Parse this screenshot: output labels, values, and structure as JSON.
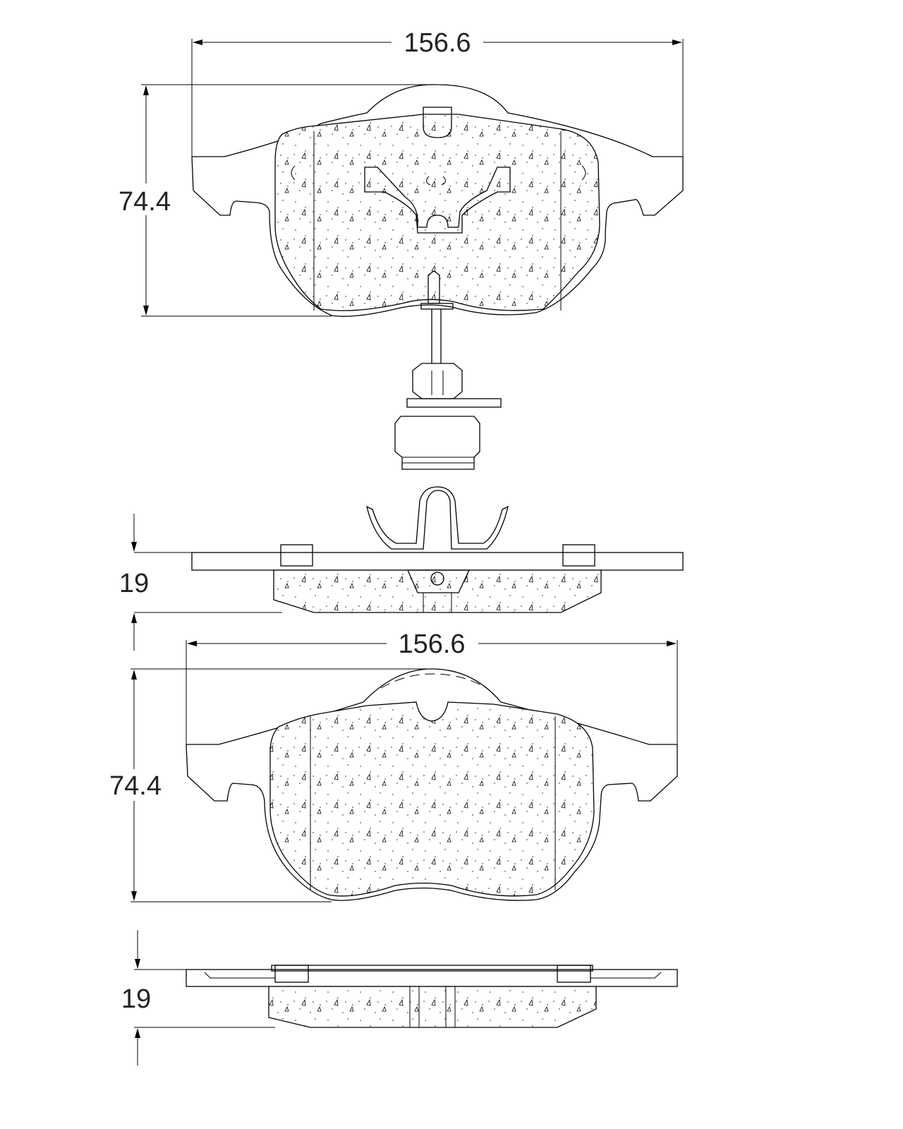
{
  "drawing": {
    "view1": {
      "width_label": "156.6",
      "height_label": "74.4",
      "thickness_label": "19"
    },
    "view2": {
      "width_label": "156.6",
      "height_label": "74.4",
      "thickness_label": "19"
    }
  },
  "colors": {
    "line": "#000000",
    "background": "#ffffff"
  }
}
